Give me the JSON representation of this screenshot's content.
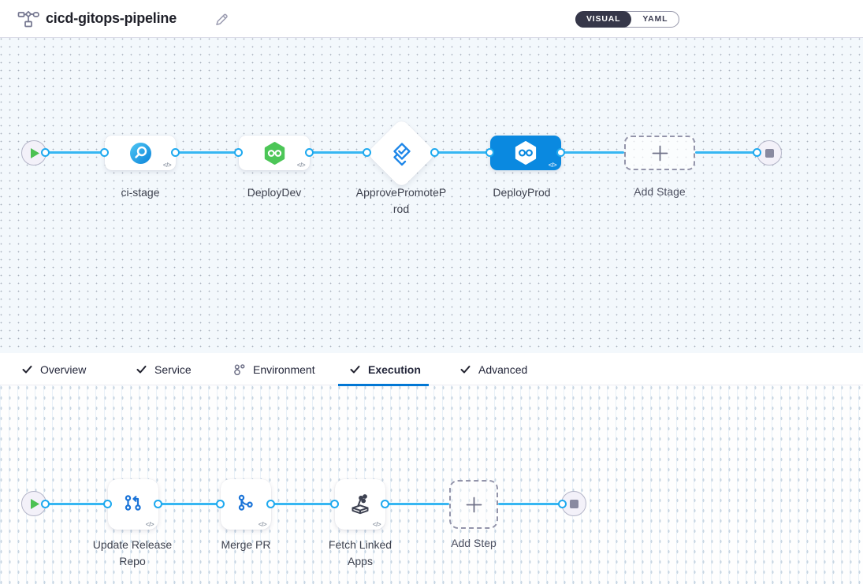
{
  "header": {
    "title": "cicd-gitops-pipeline",
    "view_toggle": {
      "visual": "VISUAL",
      "yaml": "YAML"
    }
  },
  "stage_pipeline": {
    "stages": [
      {
        "label": "ci-stage",
        "type": "ci-build"
      },
      {
        "label": "DeployDev",
        "type": "deploy"
      },
      {
        "label": "ApprovePromoteProd",
        "type": "approval"
      },
      {
        "label": "DeployProd",
        "type": "deploy",
        "selected": true
      }
    ],
    "add_stage_label": "Add Stage",
    "code_chip": "</>"
  },
  "tabs": {
    "items": [
      {
        "label": "Overview",
        "icon": "check"
      },
      {
        "label": "Service",
        "icon": "check"
      },
      {
        "label": "Environment",
        "icon": "environment"
      },
      {
        "label": "Execution",
        "icon": "check",
        "active": true
      },
      {
        "label": "Advanced",
        "icon": "check"
      }
    ]
  },
  "execution": {
    "steps": [
      {
        "label": "Update Release Repo",
        "type": "update-release-repo"
      },
      {
        "label": "Merge PR",
        "type": "merge-pr"
      },
      {
        "label": "Fetch Linked Apps",
        "type": "fetch-linked-apps"
      }
    ],
    "add_step_label": "Add Step"
  },
  "colors": {
    "accent": "#0277d4",
    "connector_line": "#36b6f2",
    "selected_stage": "#0a89e0",
    "cd_green": "#4cc657",
    "ci_blue": "#1b9de4",
    "toggle_dark": "#363749"
  }
}
